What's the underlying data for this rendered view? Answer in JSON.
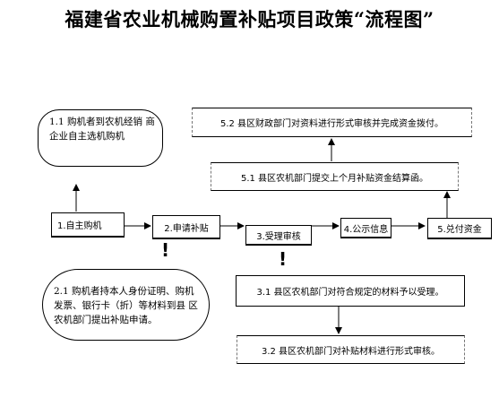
{
  "title": "福建省农业机械购置补贴项目政策“流程图”",
  "nodes": {
    "n1_1": "1.1   购机者到农机经销   商企业自主选机购机",
    "n1": "1.自主购机",
    "n2": "2.申请补贴",
    "n3": "3.受理审核",
    "n4": "4.公示信息",
    "n5": "5.兑付资金",
    "n2_1": "2.1  购机者持本人身份证明、购机发票、银行卡（折）等材料到县  区农机部门提出补贴申请。",
    "n3_1": "3.1  县区农机部门对符合规定的材料予以受理。",
    "n3_2": "3.2  县区农机部门对补贴材料进行形式审核。",
    "n5_1": "5.1  县区农机部门提交上个月补贴资金结算函。",
    "n5_2": "5.2  县区财政部门对资料进行形式审核并完成资金拨付。"
  },
  "marks": {
    "excl_a": "!",
    "excl_b": "!"
  }
}
